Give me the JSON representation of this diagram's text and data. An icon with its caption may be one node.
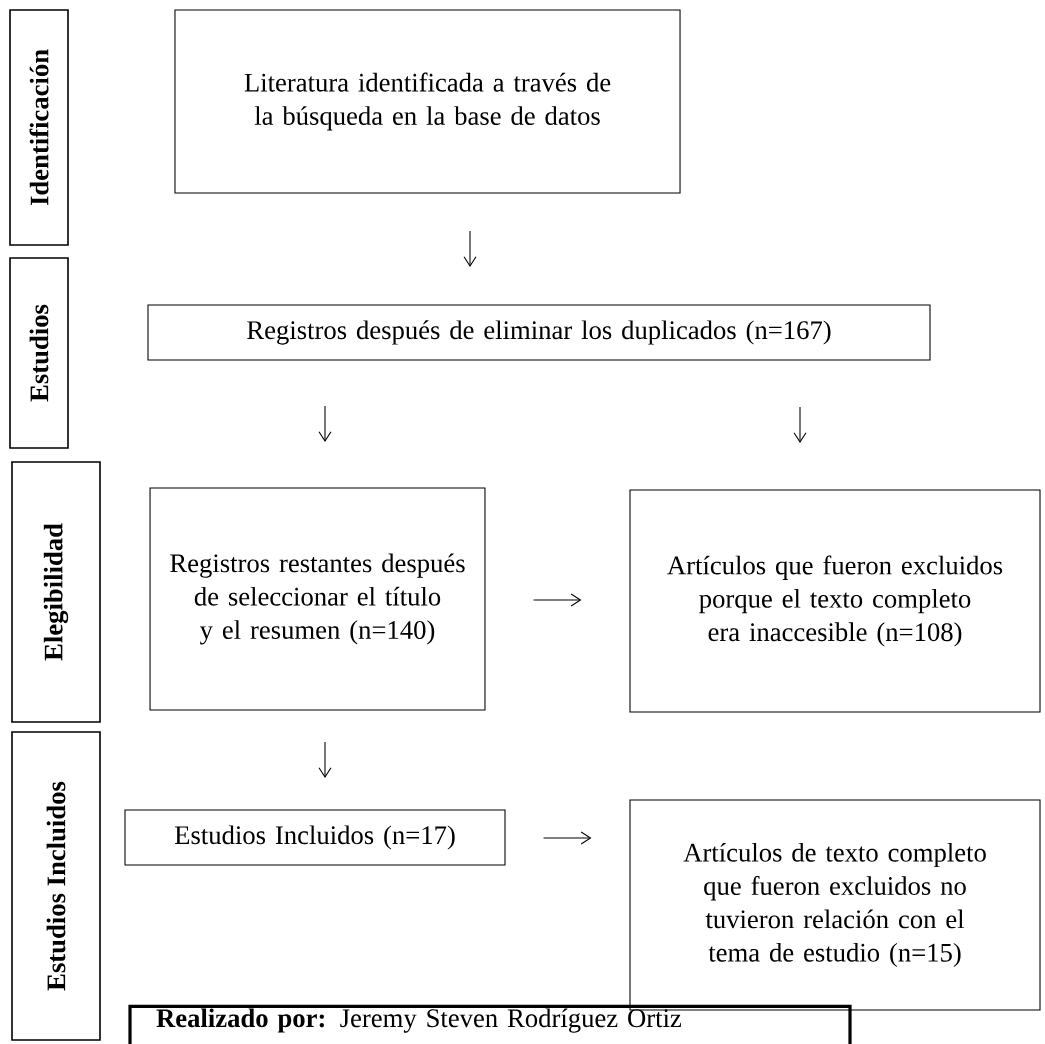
{
  "diagram": {
    "nodes": [
      {
        "text": [
          "Identificación"
        ]
      },
      {
        "text": [
          "Estudios"
        ]
      },
      {
        "text": [
          "Elegibilidad"
        ]
      },
      {
        "text": [
          "Estudios Incluidos"
        ]
      },
      {
        "text": [
          "Literatura identificada a través de la búsqueda en la base de datos"
        ]
      },
      {
        "text": [
          "Registros después de eliminar los duplicados (n=167)"
        ]
      },
      {
        "text": [
          "Registros restantes después de seleccionar el título y el resumen (n=140)"
        ]
      },
      {
        "text": [
          "Artículos que fueron excluidos porque el texto completo era inaccesible (n=108)"
        ]
      },
      {
        "text": [
          "Estudios Incluidos (n=17)"
        ]
      },
      {
        "text": [
          "Artículos de texto completo que fueron excluidos no tuvieron relación con el tema de estudio (n=15)"
        ]
      },
      {
        "text": [
          "**Realizado por:** Jeremy Steven Rodríguez Ortiz"
        ]
      }
    ],
    "edges": [
      {
        "from": 4,
        "to": 5,
        "arrow": "to"
      },
      {
        "from": 5,
        "to": 6,
        "arrow": "to"
      },
      {
        "from": 5,
        "to": 7,
        "arrow": "to"
      },
      {
        "from": 6,
        "to": 7,
        "arrow": "to"
      },
      {
        "from": 6,
        "to": 8,
        "arrow": "to"
      },
      {
        "from": 8,
        "to": 9,
        "arrow": "to"
      }
    ]
  }
}
